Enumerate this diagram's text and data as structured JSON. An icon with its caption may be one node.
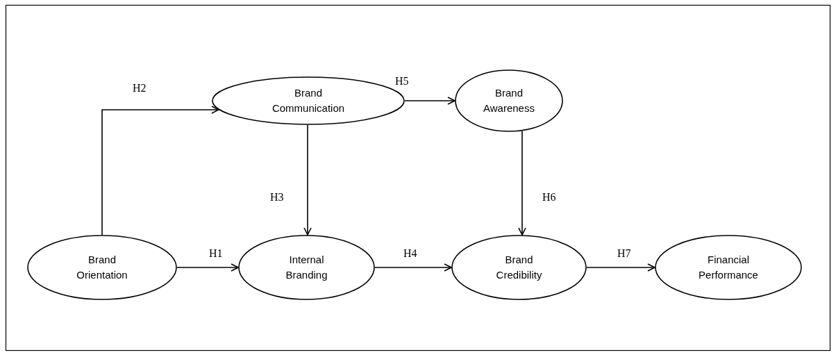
{
  "diagram": {
    "nodes": [
      {
        "text": [
          "Brand Communication"
        ]
      },
      {
        "text": [
          "Brand Awareness"
        ]
      },
      {
        "text": [
          "Brand Orientation"
        ]
      },
      {
        "text": [
          "Internal Branding"
        ]
      },
      {
        "text": [
          "Brand Credibility"
        ]
      },
      {
        "text": [
          "Financial Performance"
        ]
      }
    ],
    "edges": [
      {
        "from": 2,
        "to": 3,
        "arrow": "to",
        "label": "H1"
      },
      {
        "from": 2,
        "to": 0,
        "arrow": "to",
        "label": "H2"
      },
      {
        "from": 0,
        "to": 3,
        "arrow": "to",
        "label": "H3"
      },
      {
        "from": 3,
        "to": 4,
        "arrow": "to",
        "label": "H4"
      },
      {
        "from": 0,
        "to": 1,
        "arrow": "to",
        "label": "H5"
      },
      {
        "from": 1,
        "to": 4,
        "arrow": "to",
        "label": "H6"
      },
      {
        "from": 4,
        "to": 5,
        "arrow": "to",
        "label": "H7"
      }
    ]
  }
}
